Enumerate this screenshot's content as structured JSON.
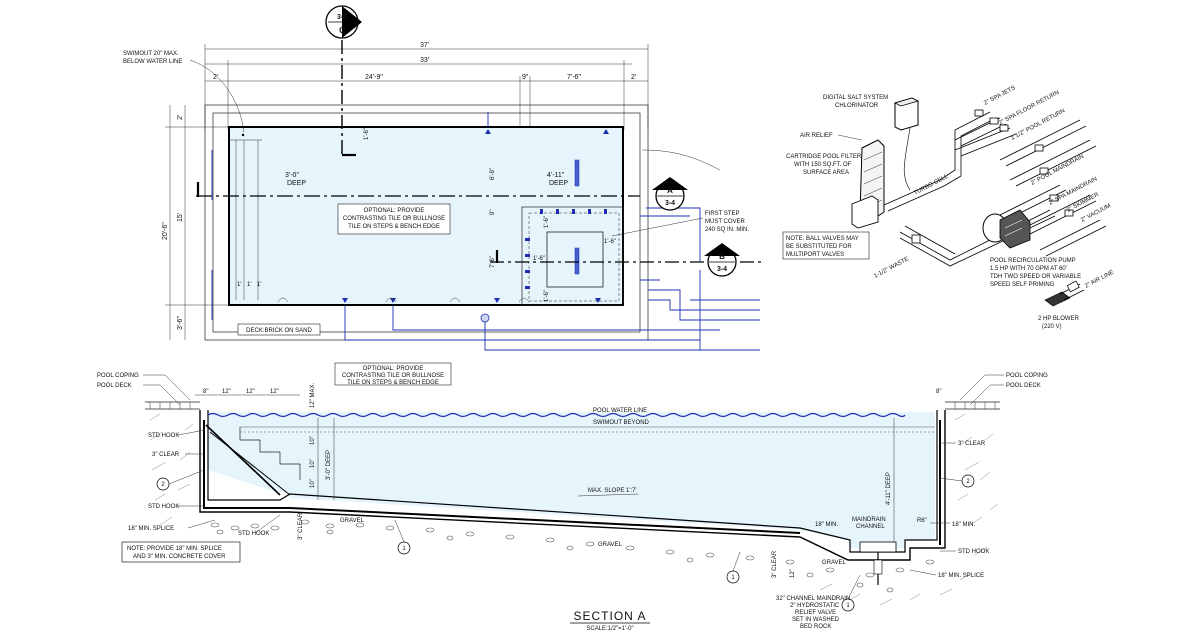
{
  "plan": {
    "overall_dims": [
      "37'",
      "33'"
    ],
    "top_dims": [
      "2'",
      "24'-9\"",
      "9\"",
      "7'-6\"",
      "2'"
    ],
    "left_dims": [
      "20'-6\"",
      "2'",
      "15'",
      "3'-6\""
    ],
    "swimout_note": [
      "SWIMOUT 20\" MAX.",
      "BELOW WATER LINE"
    ],
    "shallow_depth": [
      "3'-0\"",
      "DEEP"
    ],
    "deep_depth": [
      "4'-11\"",
      "DEEP"
    ],
    "bench_dim": "1'-6\"",
    "inner_dims": [
      "6'-9\"",
      "9\"",
      "7'-6\"",
      "1'-6\"",
      "1'-6\"",
      "1'-6\"",
      "1'-6\""
    ],
    "bench_small": [
      "1'",
      "1'",
      "1'"
    ],
    "tile_note": [
      "OPTIONAL: PROVIDE",
      "CONTRASTING TILE OR BULLNOSE",
      "TILE ON STEPS & BENCH EDGE"
    ],
    "deck_label": "DECK:BRICK ON SAND",
    "first_step_note": [
      "FIRST STEP",
      "MUST COVER",
      "240 SQ IN. MIN."
    ],
    "section_markers": [
      {
        "letter": "C",
        "sheet": "3-4"
      },
      {
        "letter": "A",
        "sheet": "3-4"
      },
      {
        "letter": "B",
        "sheet": "3-4"
      }
    ]
  },
  "equipment": {
    "chlorinator": [
      "DIGITAL SALT SYSTEM",
      "CHLORINATOR"
    ],
    "air_relief": "AIR RELIEF",
    "filter": [
      "CARTRIDGE POOL FILTER",
      "WITH 150 SQ.FT. OF",
      "SURFACE AREA"
    ],
    "turbo_cell": "TURBO CELL",
    "ball_valve_note": [
      "NOTE: BALL VALVES MAY",
      "BE SUBSTITUTED FOR",
      "MULTIPORT VALVES"
    ],
    "waste": "1-1/2\" WASTE",
    "pipes": [
      "2\" SPA JETS",
      "2\" SPA FLOOR RETURN",
      "1 1/2\" POOL RETURN",
      "2\" POOL MAINDRAIN",
      "2\" SPA MAINDRAIN",
      "2\" SKIMMER",
      "2\" VACUUM"
    ],
    "pump": [
      "POOL RECIRCULATION PUMP",
      "1.5 HP WITH 70 GPM AT 60'",
      "TDH   TWO SPEED OR VARIABLE",
      "SPEED SELF PRIMING"
    ],
    "air_line": "2\" AIR LINE",
    "blower": [
      "2 HP BLOWER",
      "(220 V)"
    ]
  },
  "section": {
    "tile_note": [
      "OPTIONAL: PROVIDE",
      "CONTRASTING TILE OR BULLNOSE",
      "TILE ON STEPS & BENCH EDGE"
    ],
    "coping_left": "POOL COPING",
    "deck_left": "POOL DECK",
    "coping_right": "POOL COPING",
    "deck_right": "POOL DECK",
    "top_dims": [
      "8\"",
      "12\"",
      "12\"",
      "12\""
    ],
    "max_dim": "12\" MAX.",
    "right_top_dim": "8\"",
    "water_line": "POOL WATER LINE",
    "swimout": "SWIMOUT BEYOND",
    "left_labels": [
      "STD HOOK",
      "3\" CLEAR",
      "STD HOOK",
      "18\" MIN. SPLICE",
      "STD HOOK"
    ],
    "right_labels": [
      "3\" CLEAR",
      "18\" MIN.",
      "STD HOOK",
      "18\" MIN. SPLICE"
    ],
    "step_dims": [
      "10\"",
      "10\"",
      "10\""
    ],
    "shallow_depth": "3'-0\" DEEP",
    "deep_depth": "4'-11\" DEEP",
    "slope": "MAX. SLOPE 1':7'",
    "mid_labels": [
      "3\" CLEAR",
      "GRAVEL",
      "GRAVEL",
      "18\" MIN.",
      "3\" CLEAR",
      "12\"",
      "GRAVEL"
    ],
    "maindrain": [
      "MAINDRAIN",
      "CHANNEL"
    ],
    "r6": "R6\"",
    "splice_note": [
      "NOTE: PROVIDE 18\" MIN. SPLICE",
      "AND 3\" MIN. CONCRETE COVER"
    ],
    "callouts": [
      "2",
      "2",
      "1",
      "1",
      "1"
    ],
    "drain_note": [
      "32\" CHANNEL MAINDRAIN",
      "2\" HYDROSTATIC",
      "RELIEF VALVE",
      "SET IN WASHED",
      "BED ROCK"
    ],
    "title": "SECTION  A",
    "scale": "SCALE:1/2\"=1'-0\""
  },
  "colors": {
    "water": "#e6f4fb",
    "blue_lines": "#1d2fb0",
    "ink": "#111111"
  }
}
